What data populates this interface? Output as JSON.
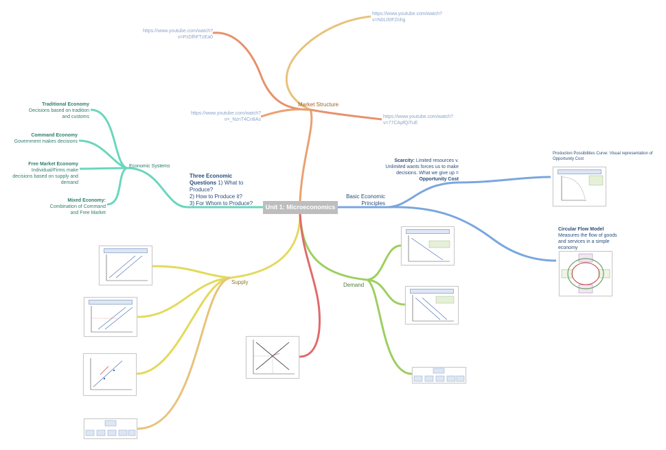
{
  "root": {
    "label": "Unit 1: Microeconomics"
  },
  "market_structure": {
    "label": "Market Structure",
    "links": [
      "https://www.youtube.com/watch?v=N0L00FZnhg",
      "https://www.youtube.com/watch?v=PzDfhFTzEa0",
      "https://www.youtube.com/watch?v=_NznT4Cn8As",
      "https://www.youtube.com/watch?v=77CApfQiTuE"
    ]
  },
  "economic_systems": {
    "label": "Economic Systems",
    "items": [
      {
        "title": "Traditional Economy",
        "desc": "Decisions based on tradition and customs"
      },
      {
        "title": "Command Economy",
        "desc": "Government makes decisions"
      },
      {
        "title": "Free Market Economy",
        "desc": "Individual/Firms make decisions based on supply and demand"
      },
      {
        "title": "Mixed Economy:",
        "desc": "Combination of Command and Free Market"
      }
    ]
  },
  "three_questions": {
    "bold": "Three Economic Questions",
    "q1": "1) What to Produce?",
    "q2": "2) How to Produce it?",
    "q3": "3) For Whom to Produce?"
  },
  "basic_principles": {
    "label": "Basic Economic Principles",
    "scarcity_bold": "Scarcity:",
    "scarcity_text": "Limited resources v. Unlimited wants forces us to make decisions. What we give up =",
    "opportunity_cost": "Opportunity Cost",
    "ppc_label": "Production Possibilities Curve: Visual representation of Opportunity Cost",
    "cfm_title": "Circular Flow Model",
    "cfm_desc": "Measures the flow of goods and services in a simple economy"
  },
  "supply": {
    "label": "Supply"
  },
  "demand": {
    "label": "Demand"
  },
  "colors": {
    "orange": "#e8906a",
    "gold": "#e8c27a",
    "teal": "#6ad6bd",
    "blue": "#7aa6df",
    "yellow": "#e3d95a",
    "green": "#9ccf5e",
    "red": "#e06a6a"
  }
}
